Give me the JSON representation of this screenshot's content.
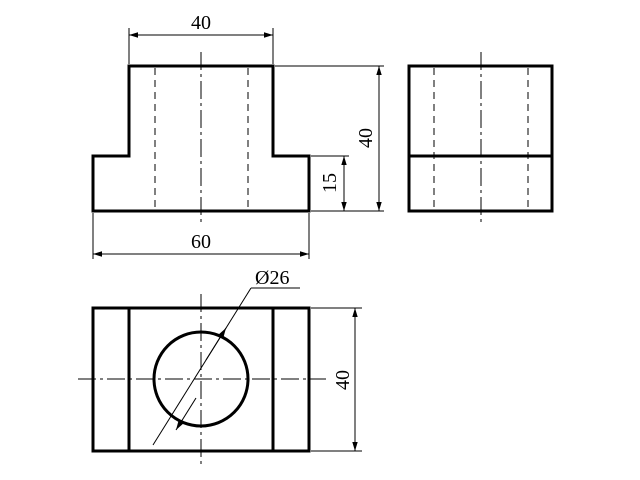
{
  "drawing": {
    "front_view": {
      "top_width": "40",
      "overall_height": "40",
      "base_height": "15",
      "overall_width": "60"
    },
    "top_view": {
      "hole_diameter": "Ø26",
      "depth": "40"
    }
  }
}
